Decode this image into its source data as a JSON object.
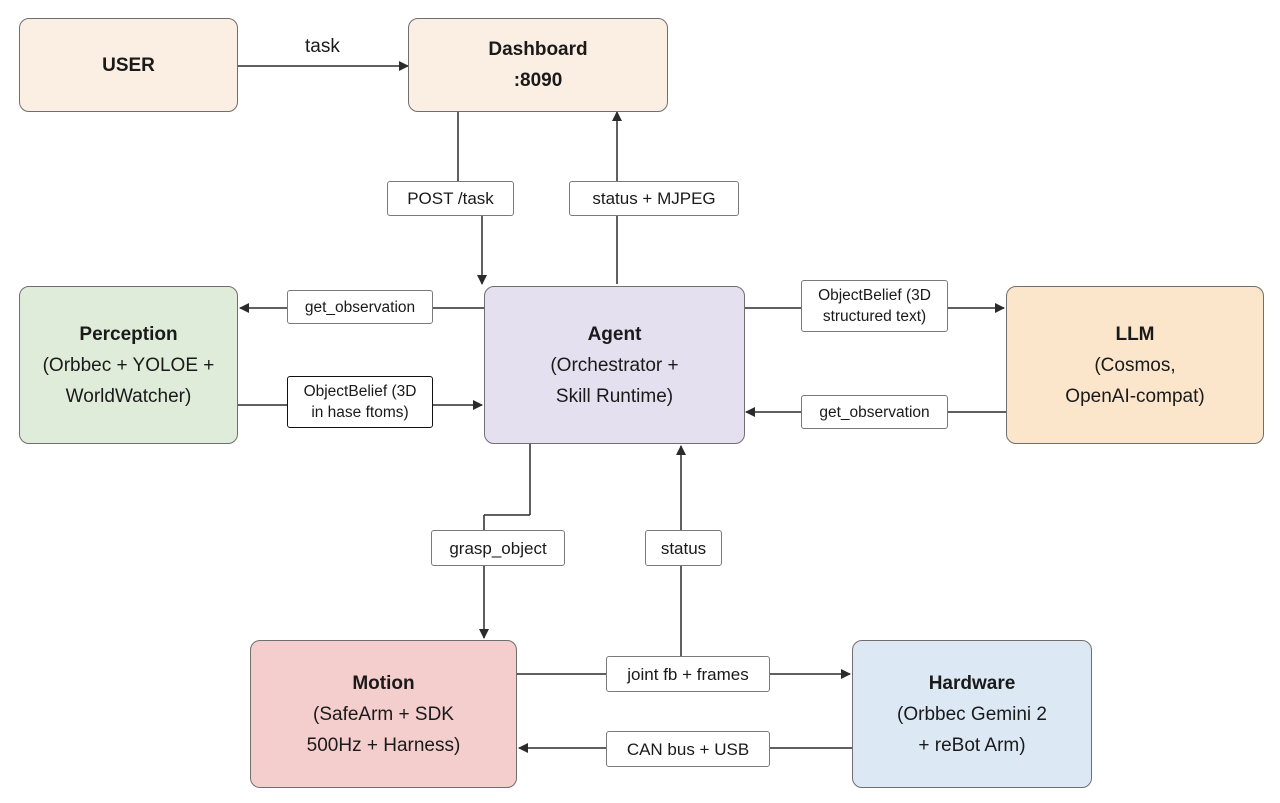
{
  "nodes": {
    "user": {
      "title": "USER",
      "color": "#fbeee3"
    },
    "dashboard": {
      "title": "Dashboard",
      "subtitle": ":8090",
      "color": "#fbeee3"
    },
    "perception": {
      "title": "Perception",
      "lines": [
        "(Orbbec + YOLOE +",
        "WorldWatcher)"
      ],
      "color": "#dfecd9"
    },
    "agent": {
      "title": "Agent",
      "lines": [
        "(Orchestrator +",
        "Skill Runtime)"
      ],
      "color": "#e4e0f0"
    },
    "llm": {
      "title": "LLM",
      "lines": [
        "(Cosmos,",
        "OpenAI-compat)"
      ],
      "color": "#fbe6cc"
    },
    "motion": {
      "title": "Motion",
      "lines": [
        "(SafeArm + SDK",
        "500Hz + Harness)"
      ],
      "color": "#f4cdcd"
    },
    "hardware": {
      "title": "Hardware",
      "lines": [
        "(Orbbec Gemini 2",
        "+ reBot Arm)"
      ],
      "color": "#dde8f5"
    }
  },
  "edges": {
    "task": "task",
    "post_task": "POST /task",
    "status_mjpeg": "status + MJPEG",
    "get_observation_perception": "get_observation",
    "objectbelief_perception": [
      "ObjectBelief (3D",
      "in hase ftoms)"
    ],
    "objectbelief_llm": [
      "ObjectBelief (3D",
      "structured text)"
    ],
    "get_observation_llm": "get_observation",
    "grasp_object": "grasp_object",
    "status": "status",
    "joint_fb_frames": "joint fb + frames",
    "can_bus_usb": "CAN bus + USB"
  },
  "colors": {
    "line": "#2b2b2b",
    "border": "#6f6f6f"
  }
}
